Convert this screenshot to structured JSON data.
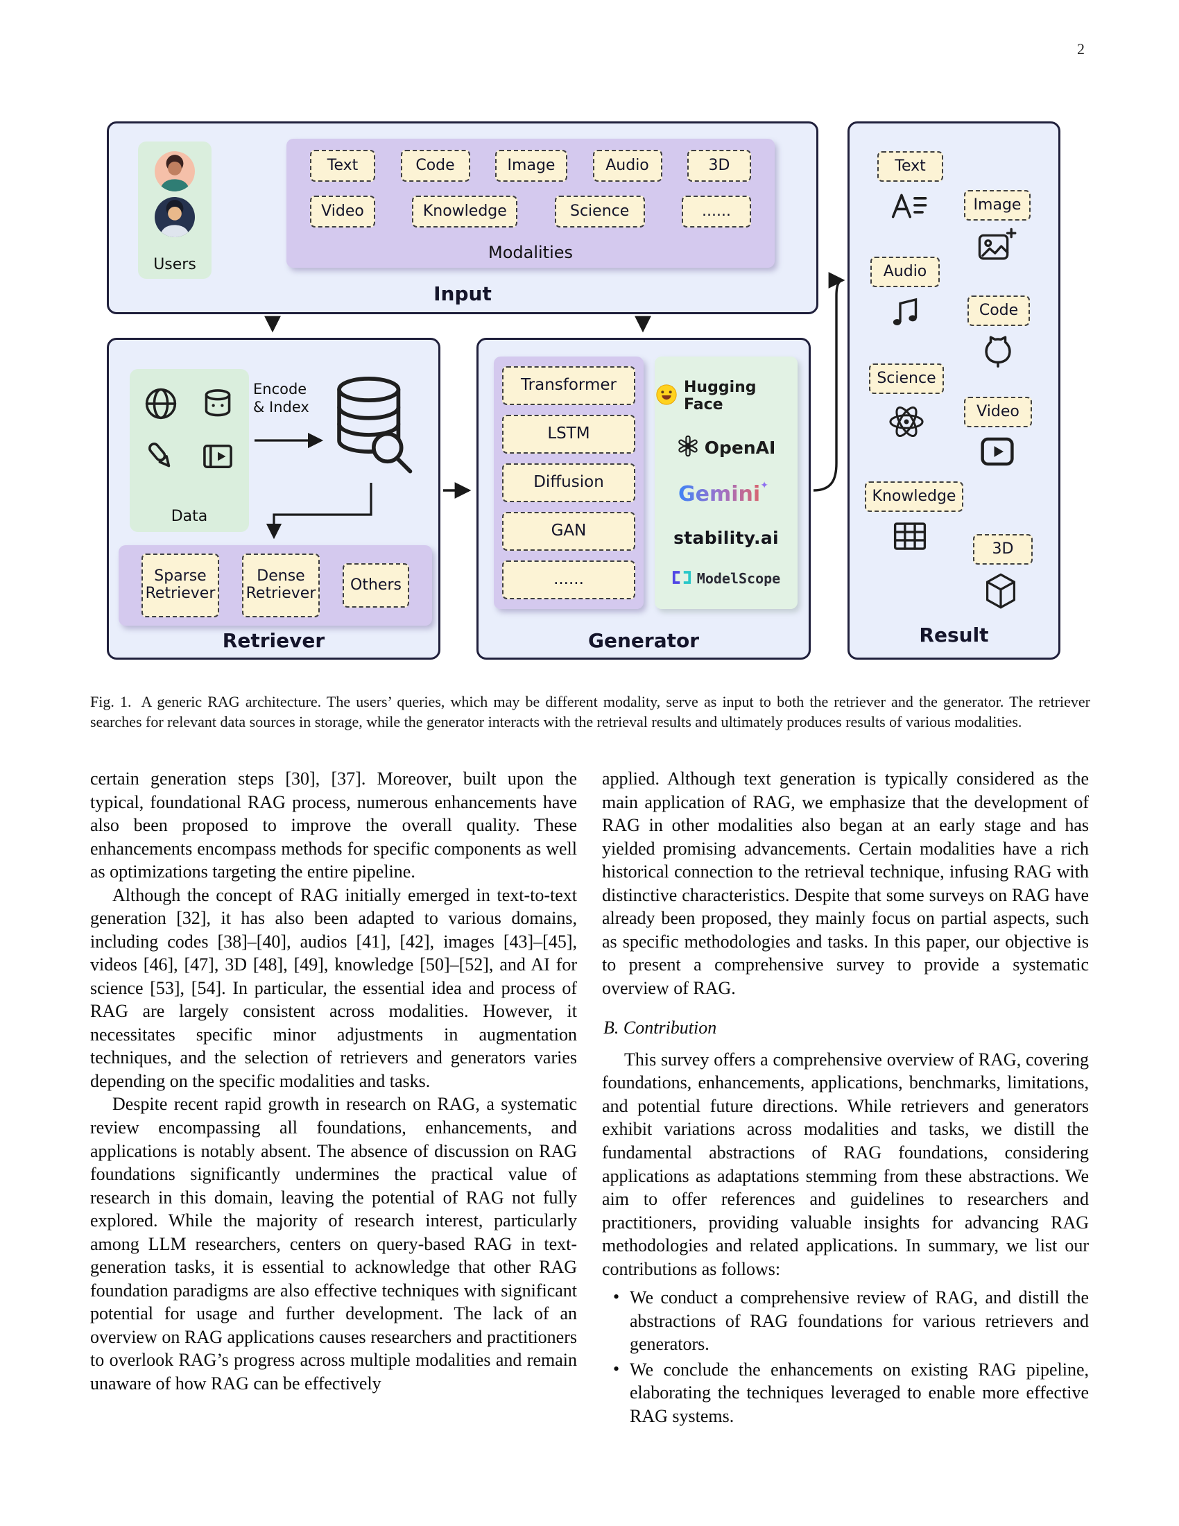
{
  "page_number": "2",
  "palette": {
    "panel_bg": "#e9eefb",
    "panel_border": "#20203c",
    "dashed_bg": "#fcf3d5",
    "purple_bg": "#d4c9ee",
    "green_bg": "#daeedd",
    "huggingface_yellow": "#ffd21e",
    "gemini_gradient_start": "#3d83f6",
    "gemini_gradient_end": "#d96570"
  },
  "figure": {
    "input": {
      "label": "Input",
      "users_label": "Users",
      "modalities_label": "Modalities",
      "row1": [
        "Text",
        "Code",
        "Image",
        "Audio",
        "3D"
      ],
      "row2": [
        "Video",
        "Knowledge",
        "Science",
        "......"
      ]
    },
    "retriever": {
      "label": "Retriever",
      "data_label": "Data",
      "encode_index": "Encode\n& Index",
      "methods": [
        "Sparse Retriever",
        "Dense Retriever",
        "Others"
      ]
    },
    "generator": {
      "label": "Generator",
      "models": [
        "Transformer",
        "LSTM",
        "Diffusion",
        "GAN",
        "......"
      ],
      "providers": {
        "huggingface": "Hugging Face",
        "openai": "OpenAI",
        "gemini": "Gemini",
        "gemini_sparkle": "✦",
        "stability": "stability.ai",
        "modelscope": "ModelScope"
      }
    },
    "result": {
      "label": "Result",
      "items": [
        "Text",
        "Image",
        "Audio",
        "Code",
        "Science",
        "Video",
        "Knowledge",
        "3D"
      ]
    },
    "caption_label": "Fig. 1.",
    "caption": "A generic RAG architecture. The users’ queries, which may be different modality, serve as input to both the retriever and the generator. The retriever searches for relevant data sources in storage, while the generator interacts with the retrieval results and ultimately produces results of various modalities."
  },
  "body": {
    "left_paragraphs": [
      "certain generation steps [30], [37]. Moreover, built upon the typical, foundational RAG process, numerous enhancements have also been proposed to improve the overall quality. These enhancements encompass methods for specific components as well as optimizations targeting the entire pipeline.",
      "Although the concept of RAG initially emerged in text-to-text generation [32], it has also been adapted to various domains, including codes [38]–[40], audios [41], [42], images [43]–[45], videos [46], [47], 3D [48], [49], knowledge [50]–[52], and AI for science [53], [54]. In particular, the essential idea and process of RAG are largely consistent across modalities. However, it necessitates specific minor adjustments in augmentation techniques, and the selection of retrievers and generators varies depending on the specific modalities and tasks.",
      "Despite recent rapid growth in research on RAG, a systematic review encompassing all foundations, enhancements, and applications is notably absent. The absence of discussion on RAG foundations significantly undermines the practical value of research in this domain, leaving the potential of RAG not fully explored. While the majority of research interest, particularly among LLM researchers, centers on query-based RAG in text-generation tasks, it is essential to acknowledge that other RAG foundation paradigms are also effective techniques with significant potential for usage and further development. The lack of an overview on RAG applications causes researchers and practitioners to overlook RAG’s progress across multiple modalities and remain unaware of how RAG can be effectively"
    ],
    "right_paragraph": "applied. Although text generation is typically considered as the main application of RAG, we emphasize that the development of RAG in other modalities also began at an early stage and has yielded promising advancements. Certain modalities have a rich historical connection to the retrieval technique, infusing RAG with distinctive characteristics. Despite that some surveys on RAG have already been proposed, they mainly focus on partial aspects, such as specific methodologies and tasks. In this paper, our objective is to present a comprehensive survey to provide a systematic overview of RAG.",
    "section_heading": "B. Contribution",
    "contribution_paragraph": "This survey offers a comprehensive overview of RAG, covering foundations, enhancements, applications, benchmarks, limitations, and potential future directions. While retrievers and generators exhibit variations across modalities and tasks, we distill the fundamental abstractions of RAG foundations, considering applications as adaptations stemming from these abstractions. We aim to offer references and guidelines to researchers and practitioners, providing valuable insights for advancing RAG methodologies and related applications. In summary, we list our contributions as follows:",
    "bullets": [
      "We conduct a comprehensive review of RAG, and distill the abstractions of RAG foundations for various retrievers and generators.",
      "We conclude the enhancements on existing RAG pipeline, elaborating the techniques leveraged to enable more effective RAG systems."
    ]
  }
}
